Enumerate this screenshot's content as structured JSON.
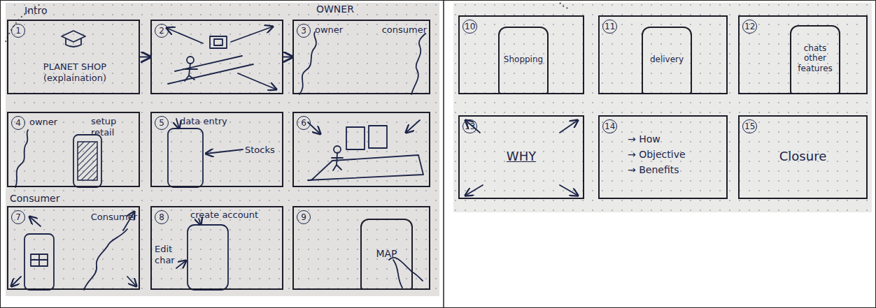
{
  "diagram": {
    "nodes": [
      {
        "text": [
          "1",
          "PLANET SHOP (explaination)"
        ]
      },
      {
        "text": [
          "2"
        ]
      },
      {
        "text": [
          "3",
          "owner",
          "consumer"
        ]
      },
      {
        "text": [
          "4",
          "owner",
          "setup retail"
        ]
      },
      {
        "text": [
          "5",
          "data entry",
          "Stocks"
        ]
      },
      {
        "text": [
          "6"
        ]
      },
      {
        "text": [
          "7",
          "Consumer"
        ]
      },
      {
        "text": [
          "8",
          "create account",
          "Edit char"
        ]
      },
      {
        "text": [
          "9"
        ]
      },
      {
        "text": [
          "MAP"
        ],
        "in": 8
      },
      {
        "text": [
          "10"
        ]
      },
      {
        "text": [
          "Shopping"
        ],
        "in": 10
      },
      {
        "text": [
          "11"
        ]
      },
      {
        "text": [
          "delivery"
        ],
        "in": 12
      },
      {
        "text": [
          "12"
        ]
      },
      {
        "text": [
          "chats other features"
        ],
        "in": 14
      },
      {
        "text": [
          "13",
          "WHY"
        ]
      },
      {
        "text": [
          "14",
          "→ How",
          "→ Objective",
          "→ Benefits"
        ]
      },
      {
        "text": [
          "15",
          "Closure"
        ]
      }
    ],
    "edges": [
      {
        "from": 0,
        "to": 1,
        "arrow": "to"
      },
      {
        "from": 1,
        "to": 2,
        "arrow": "to"
      }
    ],
    "labels": [
      "Intro",
      "OWNER",
      "Consumer"
    ]
  }
}
